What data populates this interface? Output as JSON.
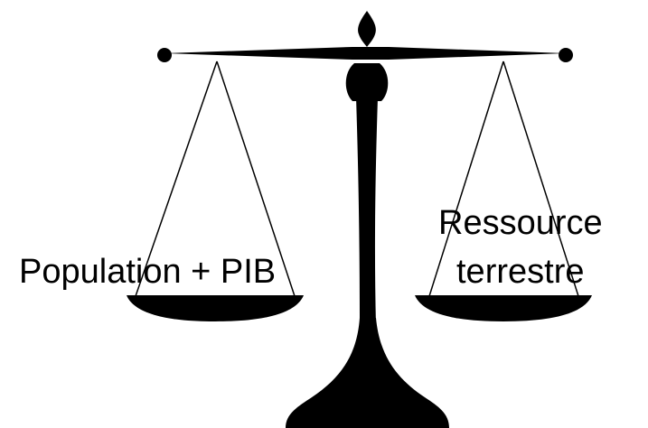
{
  "labels": {
    "left": "Population + PIB",
    "right_line1": "Ressource",
    "right_line2": "terrestre"
  },
  "icons": {
    "scale": "balance-scale-icon"
  },
  "colors": {
    "silhouette": "#000000",
    "background": "#ffffff"
  }
}
